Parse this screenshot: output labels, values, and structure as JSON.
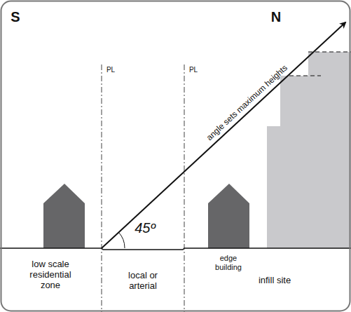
{
  "diagram": {
    "labels": [
      "S",
      "N",
      "PL",
      "PL",
      "angle sets maximum heights",
      "45º",
      "edge building",
      "low scale residential zone",
      "local or arterial",
      "infill site"
    ]
  }
}
